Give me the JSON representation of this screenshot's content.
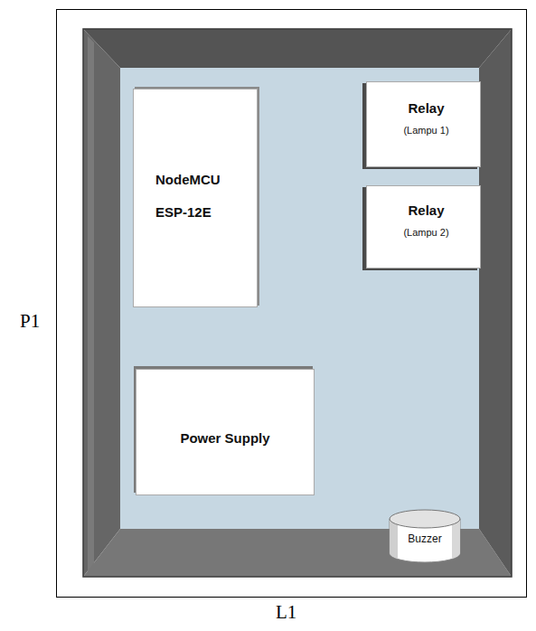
{
  "diagram": {
    "nodes": [
      {
        "text": [
          "NodeMCU ESP-12E"
        ]
      },
      {
        "text": [
          "Relay",
          "(Lampu 1)"
        ]
      },
      {
        "text": [
          "Relay",
          "(Lampu 2)"
        ]
      },
      {
        "text": [
          "Power Supply"
        ]
      },
      {
        "text": [
          "Buzzer"
        ]
      }
    ],
    "labels": [
      "P1",
      "L1"
    ]
  }
}
